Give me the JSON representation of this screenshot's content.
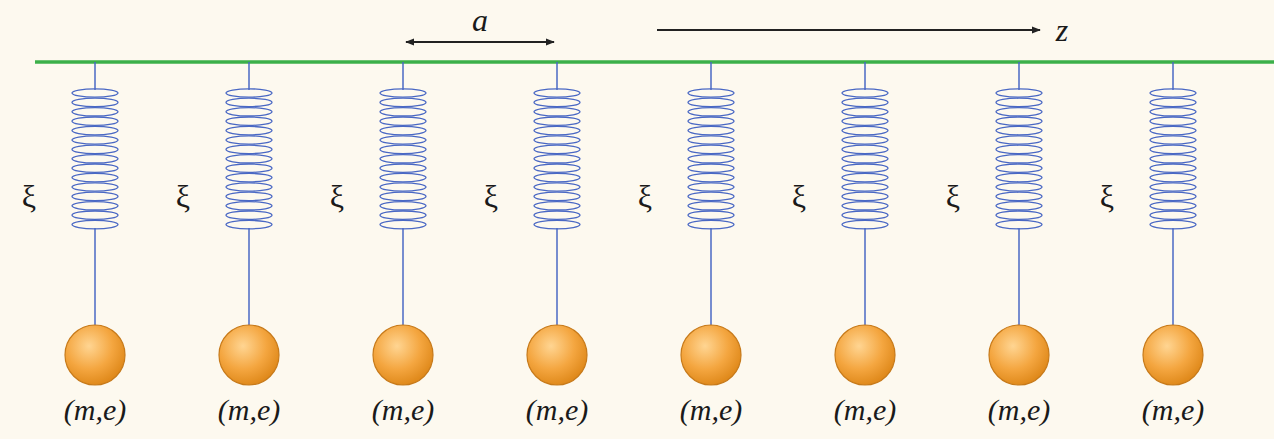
{
  "diagram": {
    "labels": [
      "a",
      "z",
      "ξ",
      "ξ",
      "ξ",
      "ξ",
      "ξ",
      "ξ",
      "ξ",
      "ξ",
      "(m,e)",
      "(m,e)",
      "(m,e)",
      "(m,e)",
      "(m,e)",
      "(m,e)",
      "(m,e)",
      "(m,e)"
    ]
  }
}
